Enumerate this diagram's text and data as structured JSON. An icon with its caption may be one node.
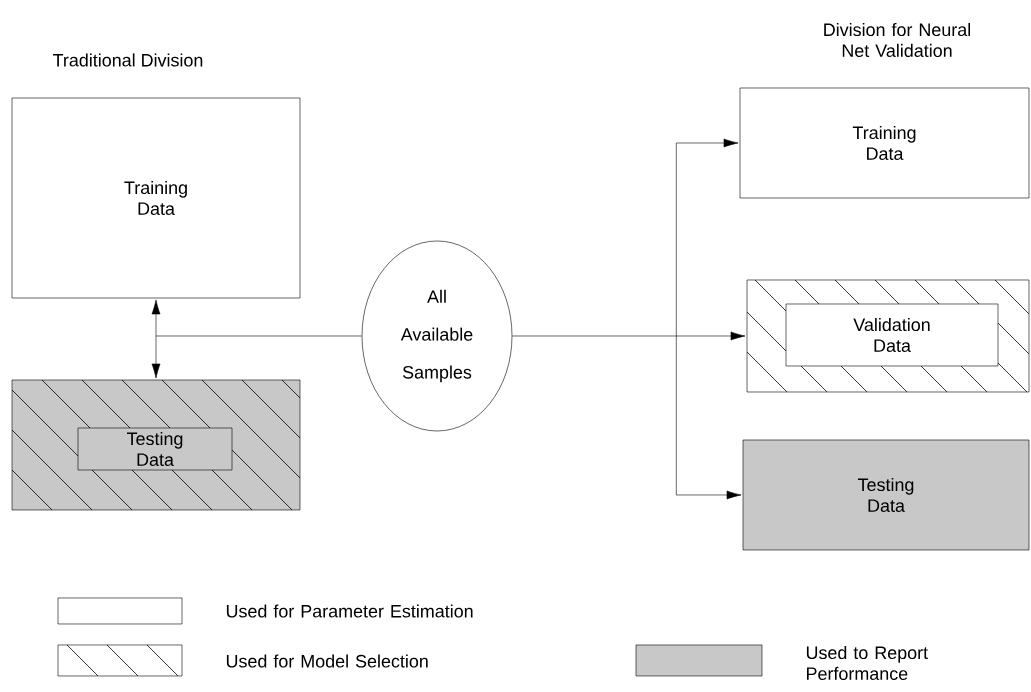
{
  "diagram": {
    "nodes": [
      {
        "text": [
          "Training Data"
        ]
      },
      {
        "text": [],
        "shape": "box"
      },
      {
        "text": [
          "Testing Data"
        ],
        "in": 1
      },
      {
        "text": [
          "All Available Samples"
        ]
      },
      {
        "text": [
          "Training Data"
        ]
      },
      {
        "text": [],
        "shape": "box"
      },
      {
        "text": [
          "Validation Data"
        ],
        "in": 5
      },
      {
        "text": [
          "Testing Data"
        ]
      }
    ],
    "edges": [
      {
        "from": 3,
        "to": 0,
        "arrow": "to"
      },
      {
        "from": 3,
        "to": 1,
        "arrow": "to"
      },
      {
        "from": 3,
        "to": 4,
        "arrow": "to"
      },
      {
        "from": 3,
        "to": 5,
        "arrow": "to"
      },
      {
        "from": 3,
        "to": 7,
        "arrow": "to"
      }
    ],
    "labels": [
      "Traditional Division",
      "Division for Neural Net Validation"
    ],
    "legend": [
      {
        "text": "Used for Parameter Estimation"
      },
      {
        "text": "Used for Model Selection"
      },
      {
        "text": "Used to Report Performance",
        "color": "#c8c8c8"
      }
    ]
  }
}
